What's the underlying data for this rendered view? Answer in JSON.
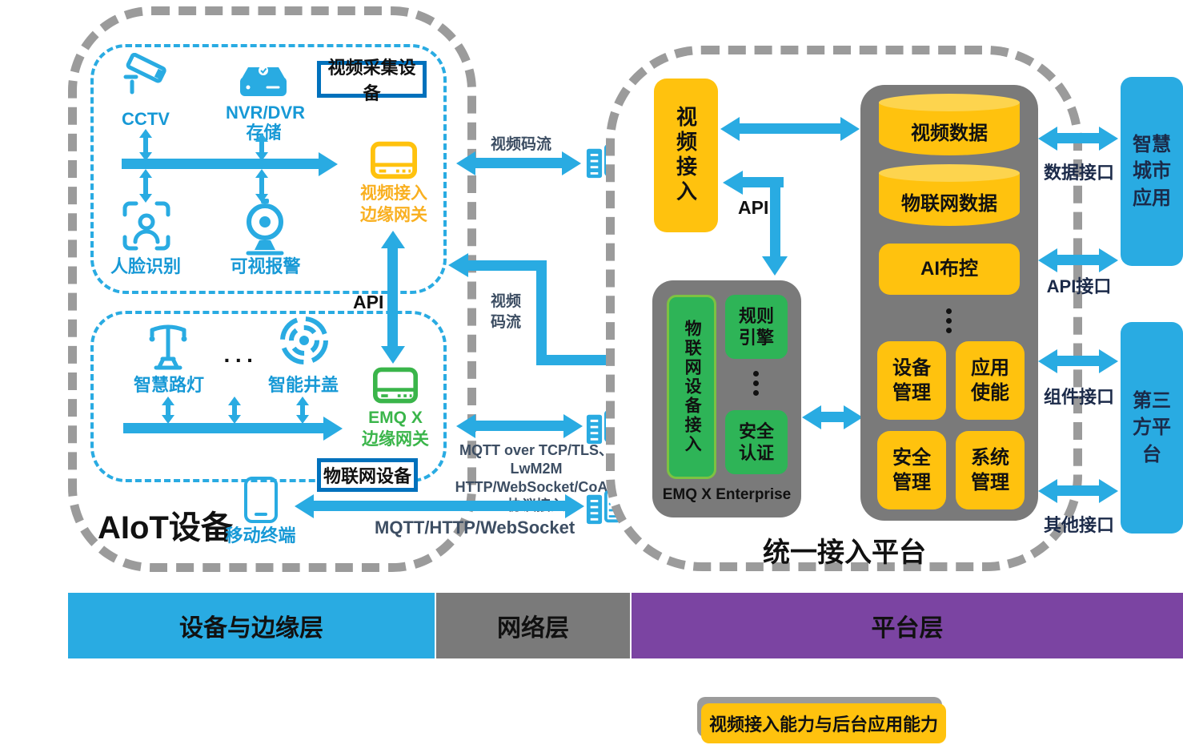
{
  "device_section": {
    "aiot_label": "AIoT设备",
    "api_label": "API",
    "video_group": {
      "title": "视频采集设备",
      "cctv": "CCTV",
      "nvr": "NVR/DVR\n存储",
      "face": "人脸识别",
      "alarm": "可视报警",
      "gateway": "视频接入\n边缘网关"
    },
    "iot_group": {
      "title": "物联网设备",
      "lamp": "智慧路灯",
      "dots": "···",
      "manhole": "智能井盖",
      "gateway": "EMQ X\n边缘网关"
    },
    "mobile": "移动终端"
  },
  "network": {
    "video_stream_top": "视频码流",
    "video_stream_elbow": "视频\n码流",
    "protocols": "MQTT over TCP/TLS、LwM2M\nHTTP/WebSocket/CoAP\n协议接入",
    "mobile_protocol": "MQTT/HTTP/WebSocket"
  },
  "platform": {
    "title": "统一接入平台",
    "video_access": "视频接入",
    "api_label": "API",
    "emqx": {
      "name": "EMQ X Enterprise",
      "iot_access": "物联网设备接入",
      "rule_engine": "规则\n引擎",
      "security_auth": "安全\n认证"
    },
    "services": {
      "video_data": "视频数据",
      "iot_data": "物联网数据",
      "ai_control": "AI布控",
      "device_mgmt": "设备\n管理",
      "app_enable": "应用\n使能",
      "security_mgmt": "安全\n管理",
      "system_mgmt": "系统\n管理"
    }
  },
  "external": {
    "interfaces": [
      {
        "label": "数据接口"
      },
      {
        "label": "API接口"
      },
      {
        "label": "组件接口"
      },
      {
        "label": "其他接口"
      }
    ],
    "smart_city": "智慧\n城市\n应用",
    "third_party": "第三\n方平\n台"
  },
  "layers": {
    "device_edge": "设备与边缘层",
    "network": "网络层",
    "platform": "平台层"
  },
  "legend": "视频接入能力与后台应用能力",
  "colors": {
    "blue": "#29ABE2",
    "yellow": "#FFC20E",
    "green": "#2EB457",
    "gray": "#7A7A7A",
    "purple": "#7B44A2"
  }
}
